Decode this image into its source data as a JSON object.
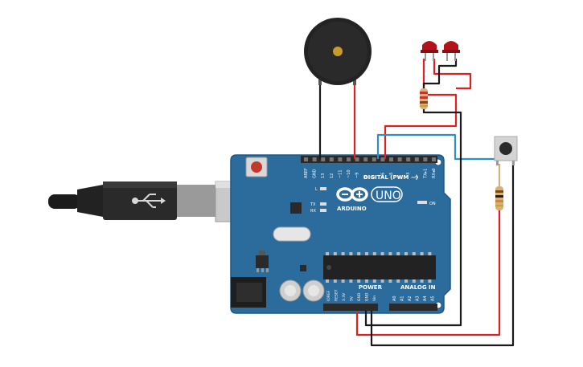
{
  "board": {
    "model_text": "UNO",
    "brand_text": "ARDUINO",
    "digital_label": "DIGITAL (PWM ~)",
    "power_label": "POWER",
    "analog_label": "ANALOG IN",
    "on_label": "ON",
    "l_label": "L",
    "tx_label": "TX",
    "rx_label": "RX",
    "digital_pins": [
      "AREF",
      "GND",
      "13",
      "12",
      "~11",
      "~10",
      "~9",
      "8",
      "7",
      "~6",
      "~5",
      "4",
      "~3",
      "2",
      "TX▸1",
      "RX◂0"
    ],
    "power_pins": [
      "IOREF",
      "RESET",
      "3.3V",
      "5V",
      "GND",
      "GND",
      "Vin"
    ],
    "analog_pins": [
      "A0",
      "A1",
      "A2",
      "A3",
      "A4",
      "A5"
    ]
  },
  "colors": {
    "board": "#2b6c9c",
    "board_edge": "#1f5680",
    "header": "#2a2a2a",
    "wire_red": "#e0201f",
    "wire_black": "#1a1a1a",
    "wire_blue": "#2a8fd0",
    "led": "#b3121b",
    "buzzer": "#232323",
    "resistor": "#d6b07a"
  },
  "components": {
    "buzzer_icon": "piezo-buzzer-icon",
    "led_icon": "red-led-icon",
    "button_icon": "pushbutton-icon",
    "resistor_icon": "resistor-icon",
    "usb_icon": "usb-icon"
  }
}
